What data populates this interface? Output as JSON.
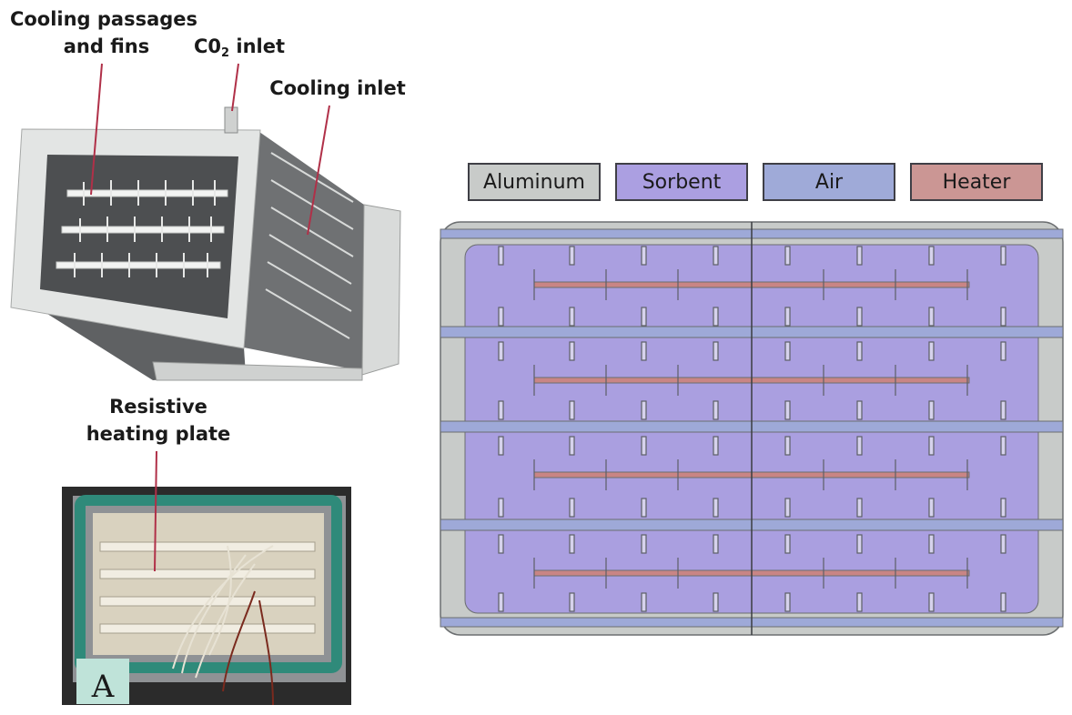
{
  "labels": {
    "cooling_passages_line1": "Cooling passages",
    "cooling_passages_line2": "and fins",
    "co2_inlet_main": "C0",
    "co2_inlet_sub": "2",
    "co2_inlet_tail": " inlet",
    "cooling_inlet": "Cooling inlet",
    "resistive_line1": "Resistive",
    "resistive_line2": "heating plate",
    "photo_tag": "A"
  },
  "legend": [
    {
      "label": "Aluminum",
      "color": "#c8cbc9"
    },
    {
      "label": "Sorbent",
      "color": "#ab9fe1"
    },
    {
      "label": "Air",
      "color": "#9faad8"
    },
    {
      "label": "Heater",
      "color": "#cb9694"
    }
  ],
  "colors": {
    "leader_line": "#b03048",
    "aluminum": "#c8cbc9",
    "sorbent": "#aa9fe0",
    "air": "#9ea9d8",
    "heater_stripe": "#c07070",
    "housing_gray": "#7d7f81",
    "frame_light": "#e3e5e4",
    "photo_green": "#2f8a7a"
  }
}
